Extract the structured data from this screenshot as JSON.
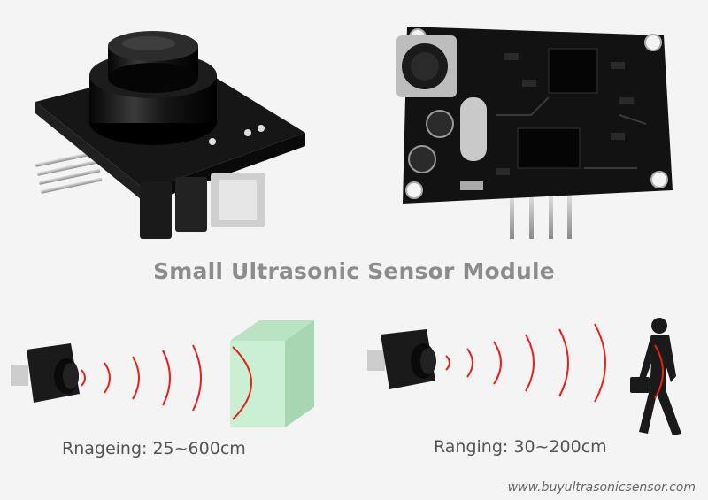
{
  "title": "Small Ultrasonic Sensor Module",
  "captions": {
    "left": "Rnageing: 25~600cm",
    "right": "Ranging: 30~200cm"
  },
  "watermark": "www.buyultrasonicsensor.com",
  "colors": {
    "background": "#f4f4f4",
    "wave": "#e8201c",
    "board": "#111111",
    "obstacle": "#c8ecd0",
    "title_text": "#8c8c8c"
  }
}
